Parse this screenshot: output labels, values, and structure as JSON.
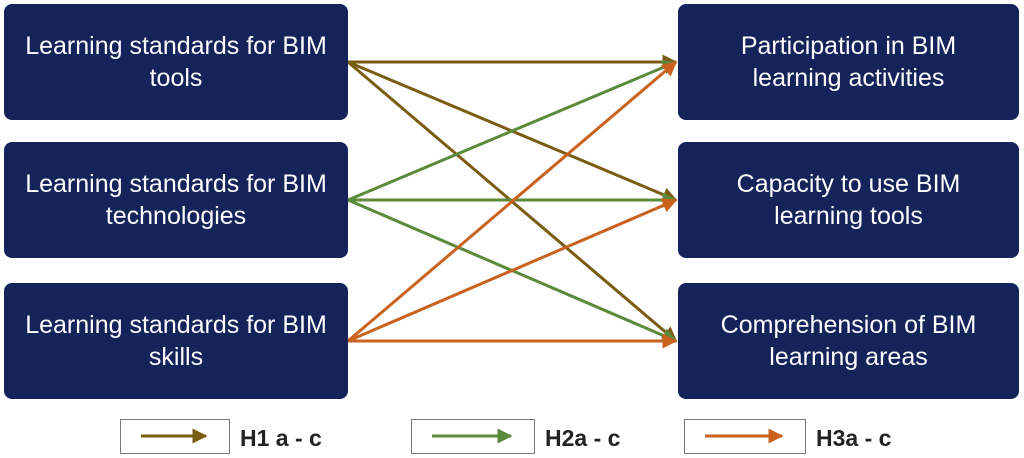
{
  "sources": [
    {
      "id": "l1",
      "label": "Learning standards for BIM\ntools"
    },
    {
      "id": "l2",
      "label": "Learning standards for BIM\ntechnologies"
    },
    {
      "id": "l3",
      "label": "Learning standards for BIM\nskills"
    }
  ],
  "targets": [
    {
      "id": "r1",
      "label": "Participation in BIM\nlearning activities"
    },
    {
      "id": "r2",
      "label": "Capacity to use BIM\nlearning tools"
    },
    {
      "id": "r3",
      "label": "Comprehension of BIM\nlearning areas"
    }
  ],
  "legend": [
    {
      "label": "H1 a - c",
      "color": "#7a5c12"
    },
    {
      "label": "H2a - c",
      "color": "#5b8a3a"
    },
    {
      "label": "H3a - c",
      "color": "#c8621e"
    }
  ],
  "edges": [
    {
      "from": "l1",
      "to": "r1",
      "group": 0
    },
    {
      "from": "l1",
      "to": "r2",
      "group": 0
    },
    {
      "from": "l1",
      "to": "r3",
      "group": 0
    },
    {
      "from": "l2",
      "to": "r1",
      "group": 1
    },
    {
      "from": "l2",
      "to": "r2",
      "group": 1
    },
    {
      "from": "l2",
      "to": "r3",
      "group": 1
    },
    {
      "from": "l3",
      "to": "r1",
      "group": 2
    },
    {
      "from": "l3",
      "to": "r2",
      "group": 2
    },
    {
      "from": "l3",
      "to": "r3",
      "group": 2
    }
  ],
  "style": {
    "node_fill": "#14245b",
    "node_text": "#ffffff"
  }
}
